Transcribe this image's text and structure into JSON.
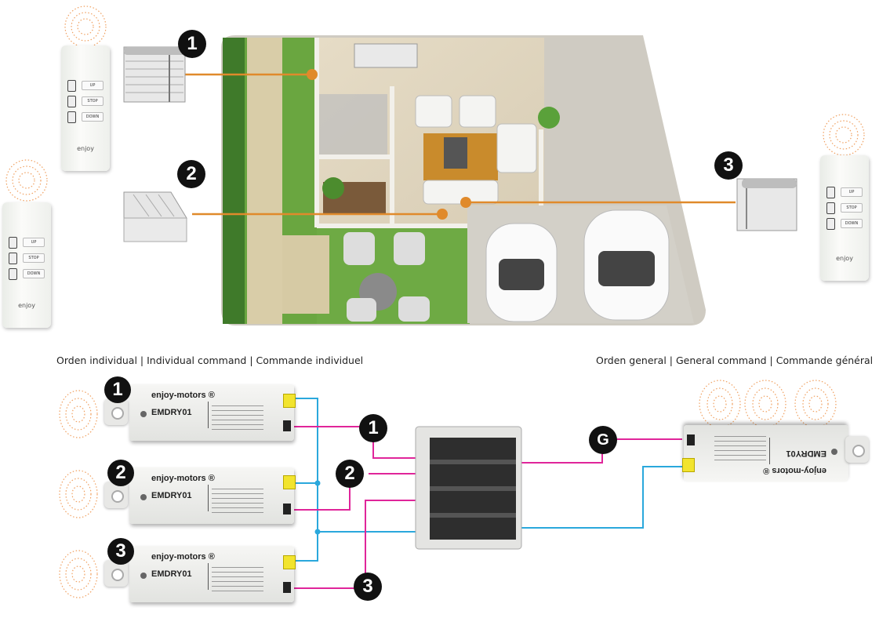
{
  "captions": {
    "individual": "Orden individual  |  Individual command  |  Commande individuel",
    "general": "Orden general  |  General command  |  Commande général"
  },
  "badges": {
    "one": "1",
    "two": "2",
    "three": "3",
    "general": "G"
  },
  "remote": {
    "up": "UP",
    "stop": "STOP",
    "down": "DOWN",
    "brand": "enjoy"
  },
  "module": {
    "logo": "enjoy-motors ®",
    "model": "EMDRY01"
  },
  "colors": {
    "orange_line": "#e08a2b",
    "magenta_wire": "#e0259a",
    "blue_wire": "#2aa8dc",
    "signal": "#f0a060"
  }
}
